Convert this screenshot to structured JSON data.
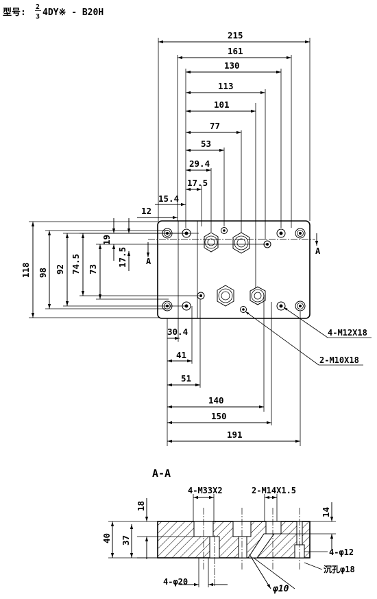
{
  "title": {
    "prefix": "型号:",
    "frac_num": "2",
    "frac_den": "3",
    "model": "4DY※ - B20H"
  },
  "top_dims": {
    "d215": "215",
    "d161": "161",
    "d130": "130",
    "d113": "113",
    "d101": "101",
    "d77": "77",
    "d53": "53",
    "d29_4": "29.4",
    "d17_5": "17.5",
    "d15_4": "15.4",
    "d12": "12"
  },
  "left_dims": {
    "d118": "118",
    "d98": "98",
    "d92": "92",
    "d74_5": "74.5",
    "d73": "73",
    "d19": "19",
    "d17_5v": "17.5"
  },
  "bottom_dims": {
    "d30_4": "30.4",
    "d41": "41",
    "d51": "51",
    "d140": "140",
    "d150": "150",
    "d191": "191"
  },
  "callouts": {
    "m12": "4-M12X18",
    "m10": "2-M10X18"
  },
  "section_marks": {
    "left": "A",
    "right": "A"
  },
  "section": {
    "title": "A-A",
    "m33": "4-M33X2",
    "m14": "2-M14X1.5",
    "d18": "18",
    "d14": "14",
    "d40": "40",
    "d37": "37",
    "phi12": "4-φ12",
    "counterbore": "沉孔φ18",
    "phi20": "4-φ20",
    "phi10": "φ10"
  }
}
